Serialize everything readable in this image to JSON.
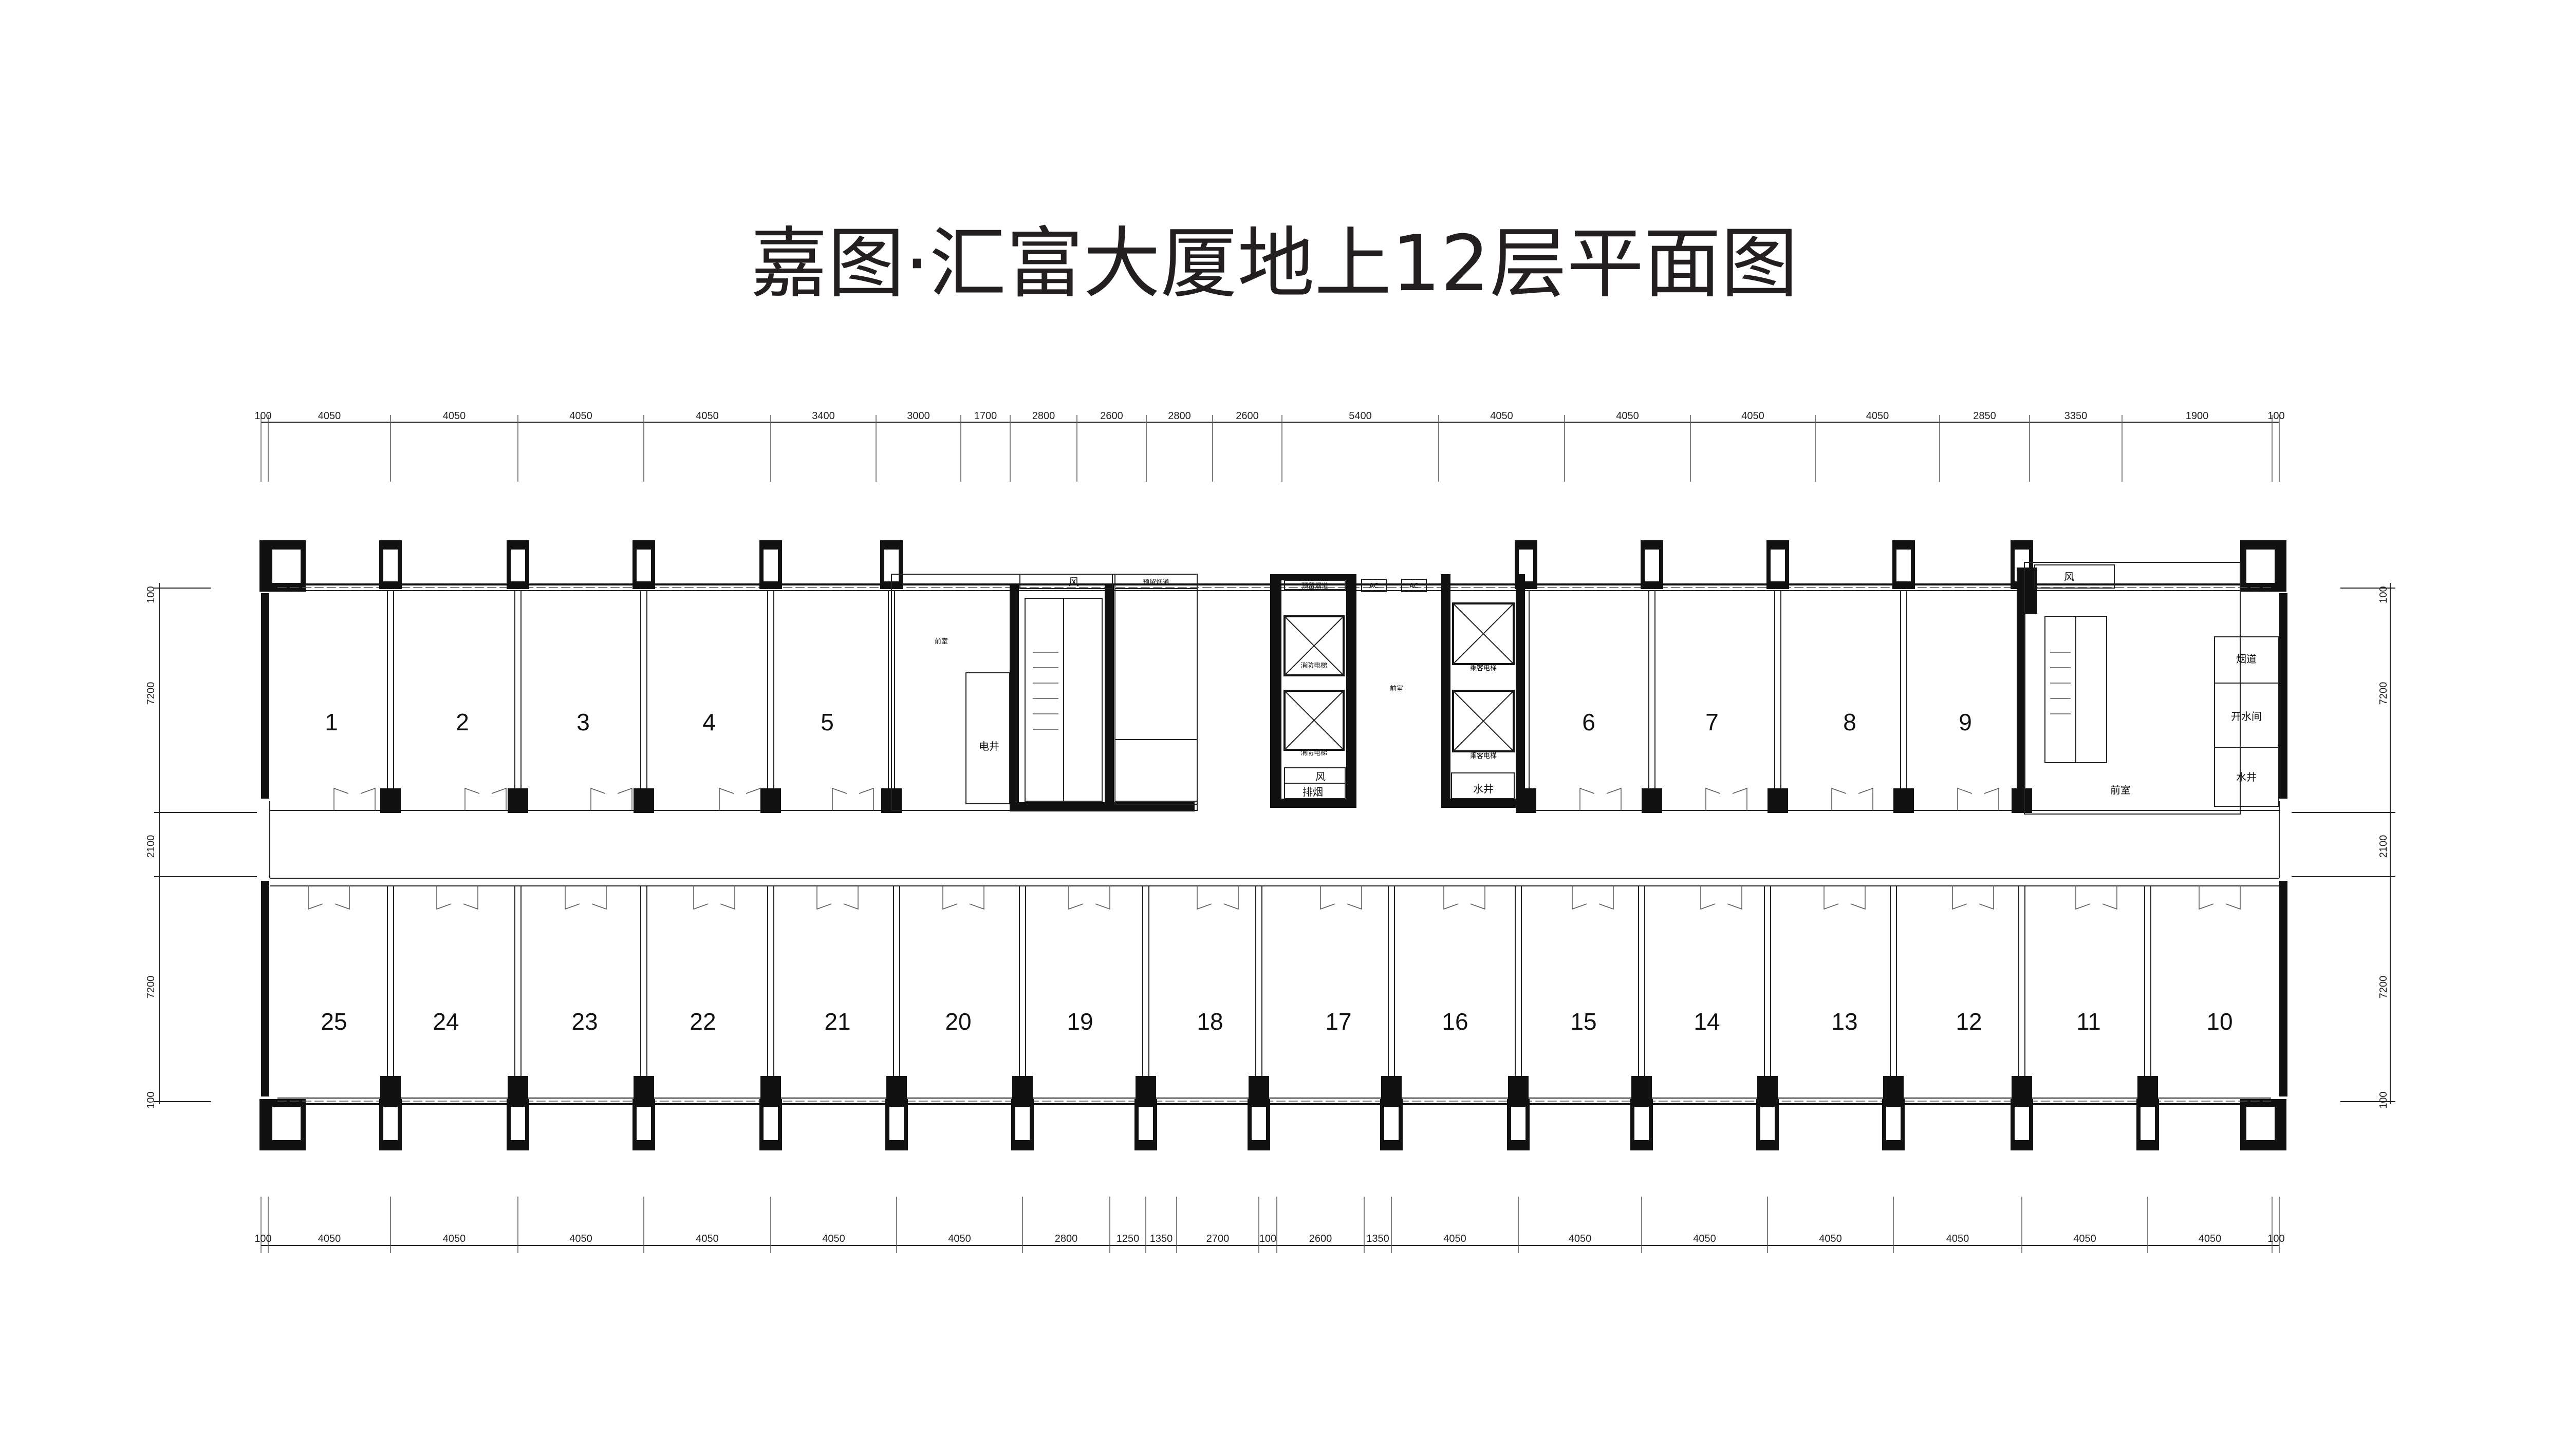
{
  "title": "嘉图·汇富大厦地上12层平面图",
  "top_dimensions": [
    "100",
    "4050",
    "4050",
    "4050",
    "4050",
    "3400",
    "3000",
    "1700",
    "2800",
    "2600",
    "2800",
    "2600",
    "5400",
    "4050",
    "4050",
    "4050",
    "4050",
    "2850",
    "3350",
    "1900",
    "100"
  ],
  "bottom_dimensions": [
    "100",
    "4050",
    "4050",
    "4050",
    "4050",
    "4050",
    "4050",
    "2800",
    "1250",
    "1350",
    "2700",
    "100",
    "2600",
    "1350",
    "4050",
    "4050",
    "4050",
    "4050",
    "4050",
    "4050",
    "4050",
    "100"
  ],
  "side_dimensions": [
    "100",
    "7200",
    "2100",
    "7200",
    "100"
  ],
  "north_rooms": [
    "1",
    "2",
    "3",
    "4",
    "5",
    "6",
    "7",
    "8",
    "9"
  ],
  "south_rooms": [
    "25",
    "24",
    "23",
    "22",
    "21",
    "20",
    "19",
    "18",
    "17",
    "16",
    "15",
    "14",
    "13",
    "12",
    "11",
    "10"
  ],
  "core_labels": {
    "anteroom": "前室",
    "electric_shaft": "电井",
    "wind": "风",
    "smoke_shaft": "排烟",
    "smoke_flue": "烟道",
    "spare_flue": "预留烟道",
    "water_shaft": "水井",
    "boiler_room": "开水间",
    "fire_elevator": "消防电梯",
    "passenger_elevator": "乘客电梯",
    "ac": "AC"
  }
}
